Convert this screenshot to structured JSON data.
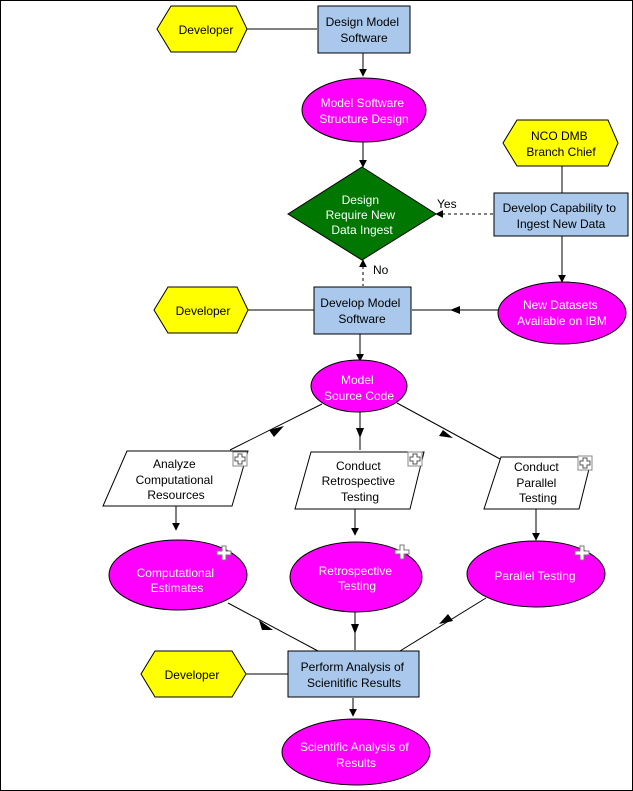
{
  "colors": {
    "actor": "#ffff00",
    "process": "#a9c8ec",
    "artifact": "#ff00ff",
    "decision": "#007700",
    "task": "#ffffff",
    "line": "#000000"
  },
  "nodes": {
    "developer_top": {
      "lines": [
        "Developer"
      ]
    },
    "design_model_software": {
      "lines": [
        "Design Model",
        "Software"
      ]
    },
    "model_software_structure_design": {
      "lines": [
        "Model Software",
        "Structure Design"
      ]
    },
    "nco_dmb_branch_chief": {
      "lines": [
        "NCO DMB",
        "Branch Chief"
      ]
    },
    "design_decision": {
      "lines": [
        "Design",
        "Require New",
        "Data Ingest"
      ]
    },
    "develop_capability": {
      "lines": [
        "Develop Capability to",
        "Ingest New Data"
      ]
    },
    "developer_mid": {
      "lines": [
        "Developer"
      ]
    },
    "develop_model_software": {
      "lines": [
        "Develop Model",
        "Software"
      ]
    },
    "new_datasets": {
      "lines": [
        "New Datasets",
        "Available on IBM"
      ]
    },
    "model_source_code": {
      "lines": [
        "Model",
        "Source Code"
      ]
    },
    "analyze_computational": {
      "lines": [
        "Analyze",
        "Computational",
        "Resources"
      ]
    },
    "conduct_retrospective": {
      "lines": [
        "Conduct",
        "Retrospective",
        "Testing"
      ]
    },
    "conduct_parallel": {
      "lines": [
        "Conduct",
        "Parallel",
        "Testing"
      ]
    },
    "computational_estimates": {
      "lines": [
        "Computational",
        "Estimates"
      ]
    },
    "retrospective_testing": {
      "lines": [
        "Retrospective",
        "Testing"
      ]
    },
    "parallel_testing": {
      "lines": [
        "Parallel Testing"
      ]
    },
    "developer_bottom": {
      "lines": [
        "Developer"
      ]
    },
    "perform_analysis": {
      "lines": [
        "Perform Analysis of",
        "Scienitific Results"
      ]
    },
    "scientific_analysis": {
      "lines": [
        "Scientific Analysis of",
        "Results"
      ]
    }
  },
  "edge_labels": {
    "yes": "Yes",
    "no": "No"
  },
  "icons": {
    "expand": "plus-icon"
  }
}
